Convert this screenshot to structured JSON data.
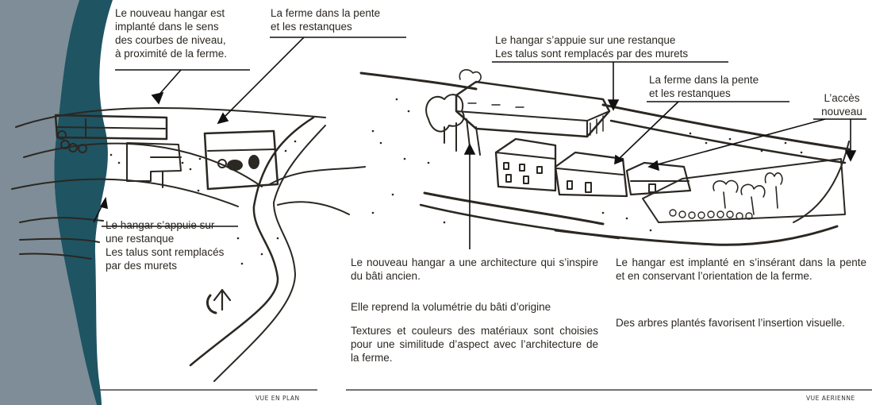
{
  "plan_view": {
    "annotation_top_left": "Le nouveau hangar est\nimplanté dans le sens\ndes courbes de niveau,\nà proximité de la ferme.",
    "annotation_top_right": "La ferme dans la pente\net les restanques",
    "annotation_bottom": "Le hangar s’appuie sur\nune restanque\nLes talus sont remplacés\npar des murets",
    "caption": "vue en plan"
  },
  "aerial_view": {
    "annotation_hangar": "Le hangar s’appuie sur une restanque\nLes talus sont remplacés par des murets",
    "annotation_ferme": "La ferme dans la pente\net les restanques",
    "annotation_acces": "L’accès\nnouveau",
    "text_left_1": "Le nouveau hangar a une architecture qui s’inspire du bâti ancien.",
    "text_left_2": "Elle reprend la volumétrie du bâti d’origine",
    "text_left_3": "Textures et couleurs des matériaux sont choisies pour une similitude d’aspect avec l’architecture de la ferme.",
    "text_right_1": "Le hangar est implanté en s’insérant dans la pente et en conservant l’orientation de la ferme.",
    "text_right_2": "Des arbres plantés favorisent l’insertion visuelle.",
    "caption": "vue aerienne"
  },
  "colors": {
    "band_grey": "#7e8d97",
    "band_teal": "#1f5463",
    "ink": "#2b2722",
    "leader": "#111111"
  }
}
